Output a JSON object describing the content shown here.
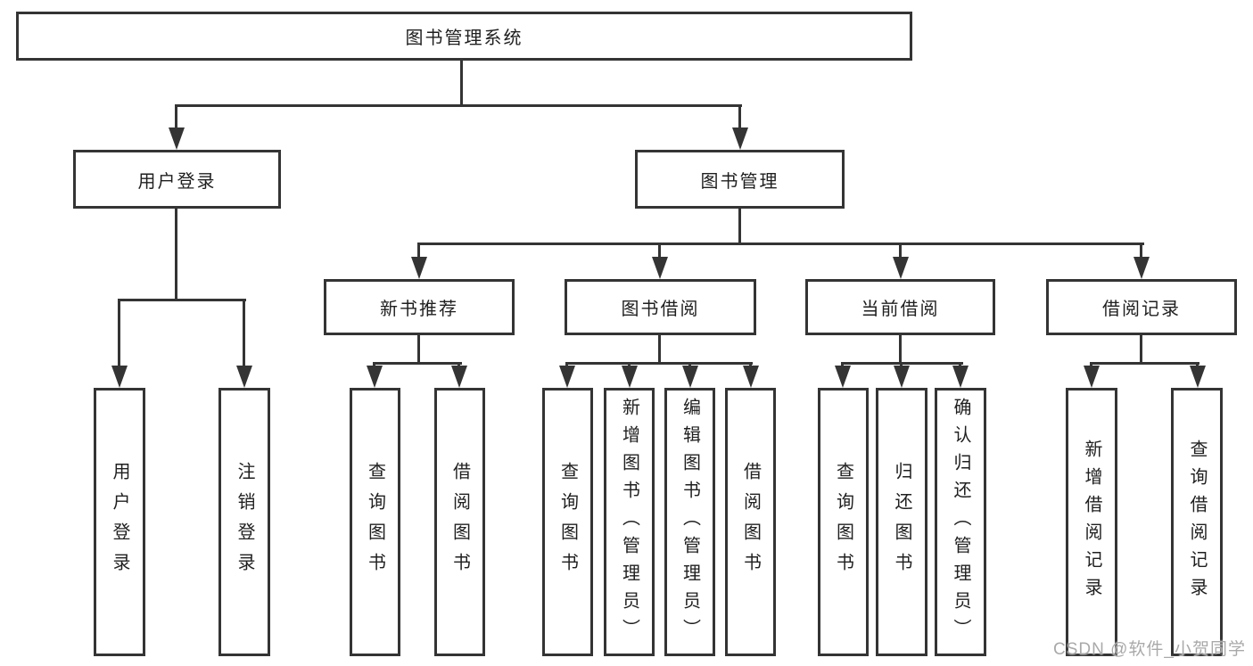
{
  "colors": {
    "line": "#343434",
    "text": "#1f1f1f",
    "box-bg": "#ffffff",
    "watermark": "#a9a9a9",
    "background": "#ffffff"
  },
  "tree": {
    "root": {
      "label": "图书管理系统"
    },
    "branches": [
      {
        "label": "用户登录",
        "children": [
          {
            "label": "用户登录"
          },
          {
            "label": "注销登录"
          }
        ]
      },
      {
        "label": "图书管理",
        "children": [
          {
            "label": "新书推荐",
            "children": [
              {
                "label": "查询图书"
              },
              {
                "label": "借阅图书"
              }
            ]
          },
          {
            "label": "图书借阅",
            "children": [
              {
                "label": "查询图书"
              },
              {
                "label": "新增图书（管理员）"
              },
              {
                "label": "编辑图书（管理员）"
              },
              {
                "label": "借阅图书"
              }
            ]
          },
          {
            "label": "当前借阅",
            "children": [
              {
                "label": "查询图书"
              },
              {
                "label": "归还图书"
              },
              {
                "label": "确认归还（管理员）"
              }
            ]
          },
          {
            "label": "借阅记录",
            "children": [
              {
                "label": "新增借阅记录"
              },
              {
                "label": "查询借阅记录"
              }
            ]
          }
        ]
      }
    ]
  },
  "watermark": {
    "text": "CSDN @软件_小贺同学"
  }
}
